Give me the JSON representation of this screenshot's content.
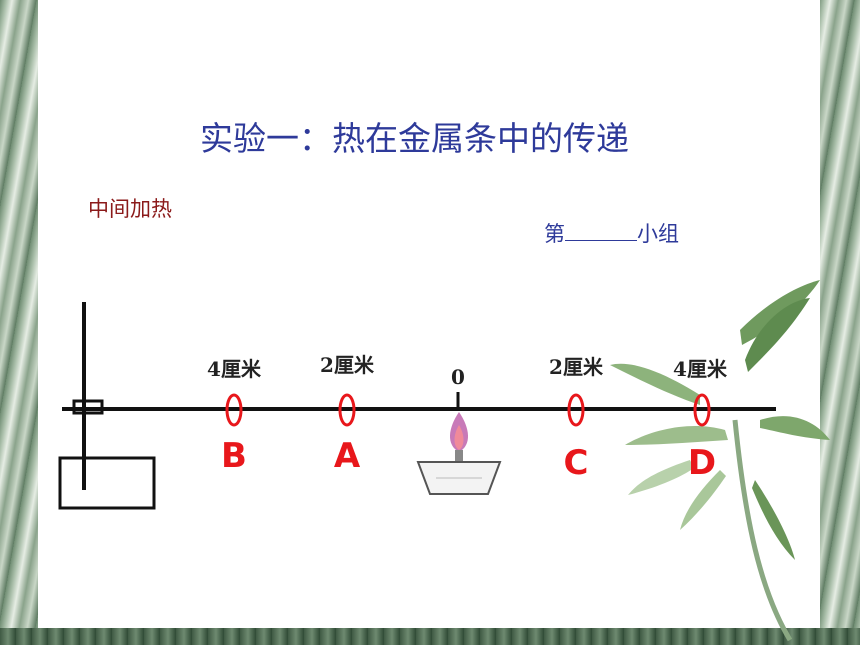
{
  "title": "实验一：热在金属条中的传递",
  "subtitle": "中间加热",
  "group": {
    "prefix": "第",
    "suffix": "小组"
  },
  "markers": [
    {
      "letter": "B",
      "distance": "4厘米"
    },
    {
      "letter": "A",
      "distance": "2厘米"
    },
    {
      "letter": "C",
      "distance": "2厘米"
    },
    {
      "letter": "D",
      "distance": "4厘米"
    }
  ],
  "center_label": "0",
  "colors": {
    "title": "#2e3a9a",
    "subtitle": "#8b1a1a",
    "marker": "#e8171b",
    "flame": "#c87ab8"
  }
}
